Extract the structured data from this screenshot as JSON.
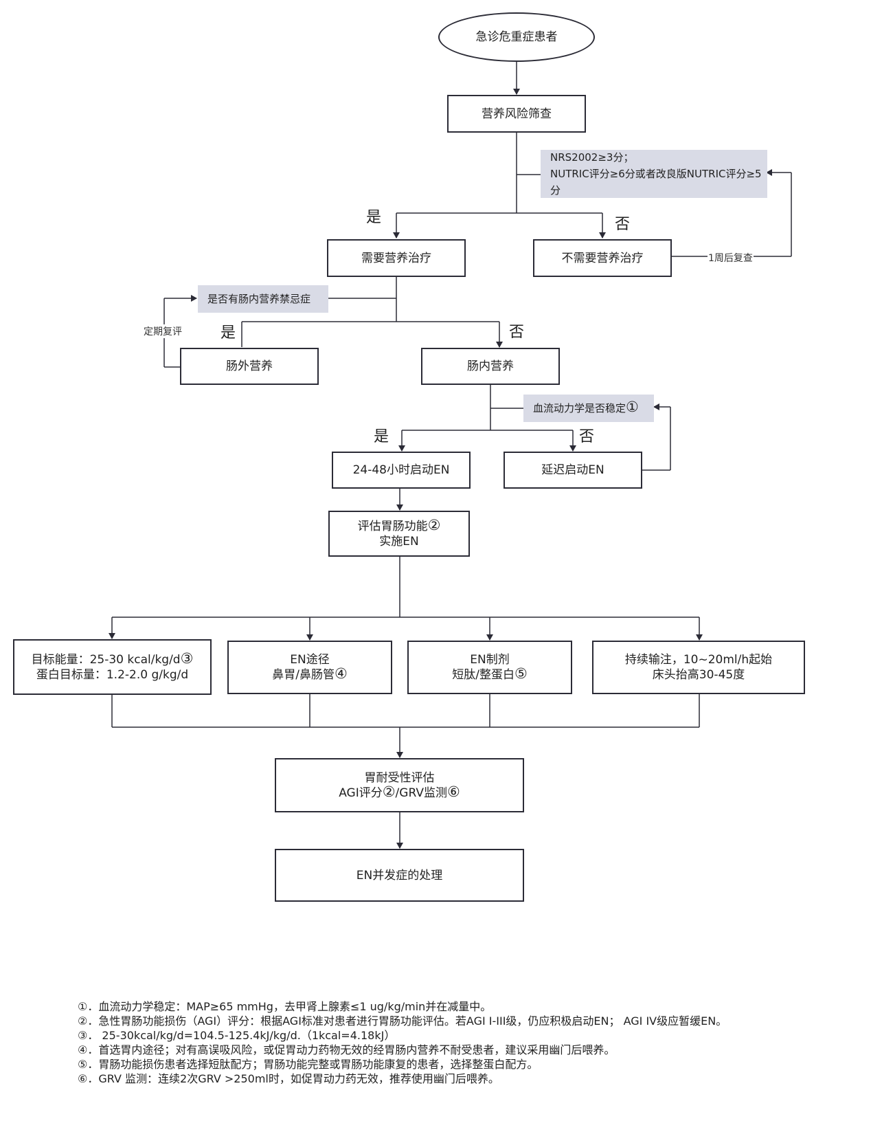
{
  "nodes": {
    "start": "急诊危重症患者",
    "screening": "营养风险筛查",
    "need": "需要营养治疗",
    "no_need": "不需要营养治疗",
    "pn": "肠外营养",
    "en": "肠内营养",
    "start_en": "24-48小时启动EN",
    "delay_en": "延迟启动EN",
    "assess_line1": "评估胃肠功能",
    "assess_mark": "②",
    "assess_line2": "实施EN",
    "target_line1": "目标能量：25-30 kcal/kg/d",
    "target_mark": "③",
    "target_line2": "蛋白目标量：1.2-2.0 g/kg/d",
    "route_line1": "EN途径",
    "route_line2": "鼻胃/鼻肠管",
    "route_mark": "④",
    "formula_line1": "EN制剂",
    "formula_line2": "短肽/整蛋白",
    "formula_mark": "⑤",
    "infusion_line1": "持续输注，10~20ml/h起始",
    "infusion_line2": "床头抬高30-45度",
    "tolerance_line1": "胃耐受性评估",
    "tolerance_a": "AGI评分",
    "tolerance_mark_a": "②",
    "tolerance_b": "/GRV监测",
    "tolerance_mark_b": "⑥",
    "complication": "EN并发症的处理"
  },
  "conditions": {
    "nrs_line1": "NRS2002≥3分；",
    "nrs_line2": "NUTRIC评分≥6分或者改良版NUTRIC评分≥5分",
    "contra": "是否有肠内营养禁忌症",
    "hemo": "血流动力学是否稳定",
    "hemo_mark": "①"
  },
  "labels": {
    "yes1": "是",
    "no1": "否",
    "yes2": "是",
    "no2": "否",
    "yes3": "是",
    "no3": "否",
    "recheck": "1周后复查",
    "reeval": "定期复评"
  },
  "notes": [
    "①．血流动力学稳定：MAP≥65 mmHg，去甲肾上腺素≤1 ug/kg/min并在减量中。",
    "②．急性胃肠功能损伤（AGI）评分：根据AGI标准对患者进行胃肠功能评估。若AGI I-III级，仍应积极启动EN； AGI IV级应暂缓EN。",
    "③．  25-30kcal/kg/d=104.5-125.4kJ/kg/d.（1kcal=4.18kJ）",
    "④．首选胃内途径；对有高误吸风险，或促胃动力药物无效的经胃肠内营养不耐受患者，建议采用幽门后喂养。",
    "⑤．胃肠功能损伤患者选择短肽配方；胃肠功能完整或胃肠功能康复的患者，选择整蛋白配方。",
    "⑥．GRV 监测：连续2次GRV >250ml时，如促胃动力药无效，推荐使用幽门后喂养。"
  ]
}
